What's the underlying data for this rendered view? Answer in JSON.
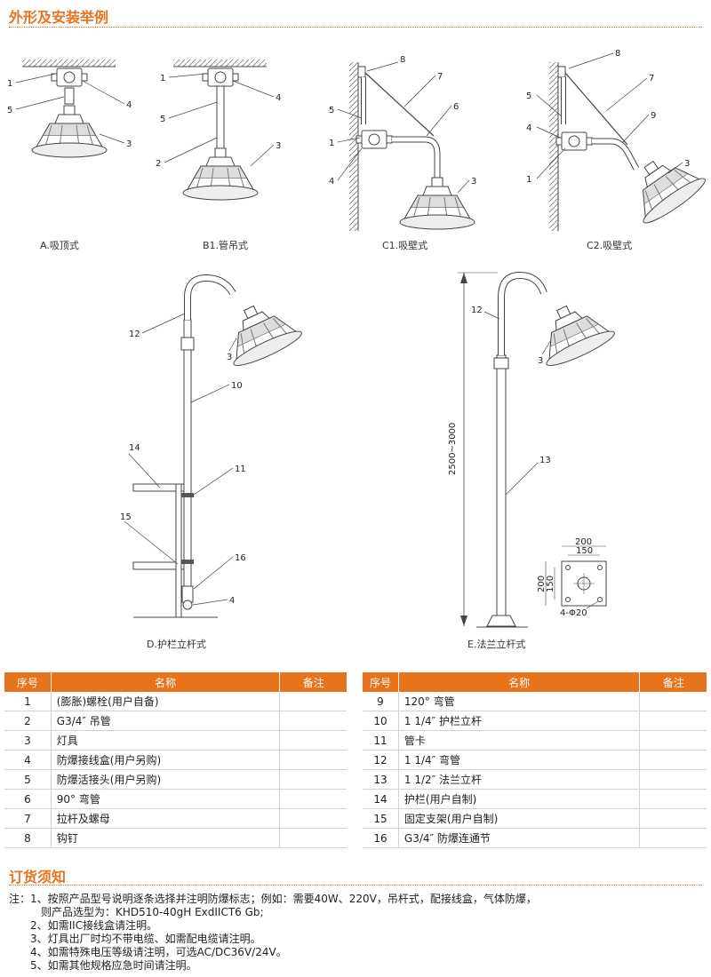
{
  "section1_title": "外形及安装举例",
  "captions": {
    "A": "A.吸顶式",
    "B1": "B1.管吊式",
    "C1": "C1.吸壁式",
    "C2": "C2.吸壁式",
    "D": "D.护栏立杆式",
    "E": "E.法兰立杆式"
  },
  "dims": {
    "height": "2500~3000",
    "w200": "200",
    "w150": "150",
    "h200": "200",
    "h150": "150",
    "holes": "4-Φ20"
  },
  "table_headers": {
    "no": "序号",
    "name": "名称",
    "remark": "备注"
  },
  "parts_left": [
    {
      "no": "1",
      "name": "(膨胀)螺栓(用户自备)"
    },
    {
      "no": "2",
      "name": "G3/4″ 吊管"
    },
    {
      "no": "3",
      "name": "灯具"
    },
    {
      "no": "4",
      "name": "防爆接线盒(用户另购)"
    },
    {
      "no": "5",
      "name": "防爆活接头(用户另购)"
    },
    {
      "no": "6",
      "name": "90° 弯管"
    },
    {
      "no": "7",
      "name": "拉杆及螺母"
    },
    {
      "no": "8",
      "name": "钩钉"
    }
  ],
  "parts_right": [
    {
      "no": "9",
      "name": "120° 弯管"
    },
    {
      "no": "10",
      "name": "1 1/4″ 护栏立杆"
    },
    {
      "no": "11",
      "name": "管卡"
    },
    {
      "no": "12",
      "name": "1 1/4″ 弯管"
    },
    {
      "no": "13",
      "name": "1 1/2″ 法兰立杆"
    },
    {
      "no": "14",
      "name": "护栏(用户自制)"
    },
    {
      "no": "15",
      "name": "固定支架(用户自制)"
    },
    {
      "no": "16",
      "name": "G3/4″ 防爆连通节"
    }
  ],
  "section2_title": "订货须知",
  "notes": [
    "注：1、按照产品型号说明逐条选择并注明防爆标志；例如：需要40W、220V，吊杆式，配接线盒，气体防爆，",
    "　　　则产品选型为：KHD510-40gH ExdIICT6 Gb;",
    "　　2、如需IIC接线盒请注明。",
    "　　3、灯具出厂时均不带电缆、如需配电缆请注明。",
    "　　4、如需特殊电压等级请注明，可选AC/DC36V/24V。",
    "　　5、如需其他规格应急时间请注明。"
  ]
}
